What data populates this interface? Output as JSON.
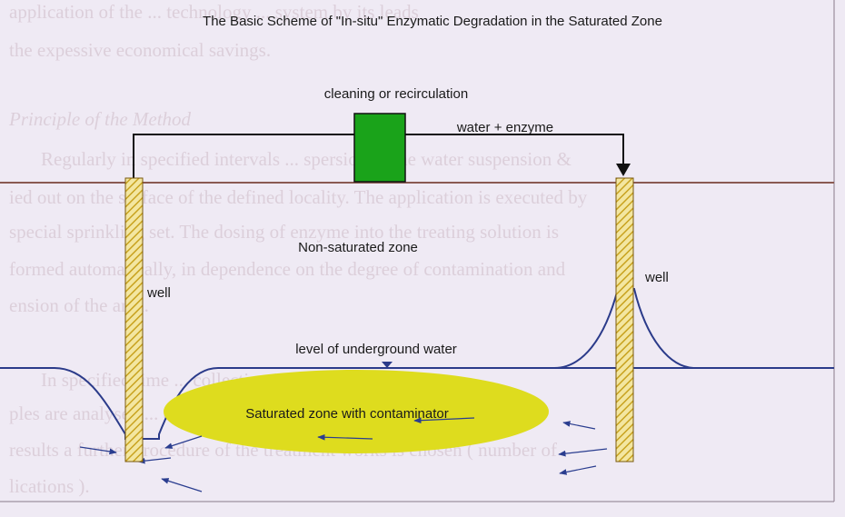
{
  "diagram": {
    "title": "The Basic Scheme of \"In-situ\" Enzymatic Degradation in the Saturated Zone",
    "cleaning_label": "cleaning or recirculation",
    "water_enzyme_label": "water + enzyme",
    "non_saturated_label": "Non-saturated zone",
    "well_left_label": "well",
    "well_right_label": "well",
    "groundwater_label": "level of underground water",
    "saturated_label": "Saturated zone with contaminator"
  },
  "background_text": [
    "application of the ... technology ... system by its leads",
    "the expessive economical savings.",
    "Principle of the Method",
    "Regularly in specified intervals ... spersion of the water suspension &",
    "ied out on the surface of the defined locality. The application is executed by",
    "special sprinkling set. The dosing of enzyme into the treating solution is",
    "formed automatically, in dependence on the degree of contamination and",
    "ension of the area.",
    "In specified time ... collection is carried out. The",
    "ples are analysed ... contaminator and on the basis of",
    "results a further procedure of the treatment works is chosen ( number of",
    "lications )."
  ],
  "colors": {
    "tank_fill": "#1aa31a",
    "contaminated_zone": "#dedc1e",
    "well_stripes": "#c8a21e",
    "water_level": "#2b3b8a",
    "ground_line": "#8a5a52",
    "arrows": "#2a3d8f"
  }
}
